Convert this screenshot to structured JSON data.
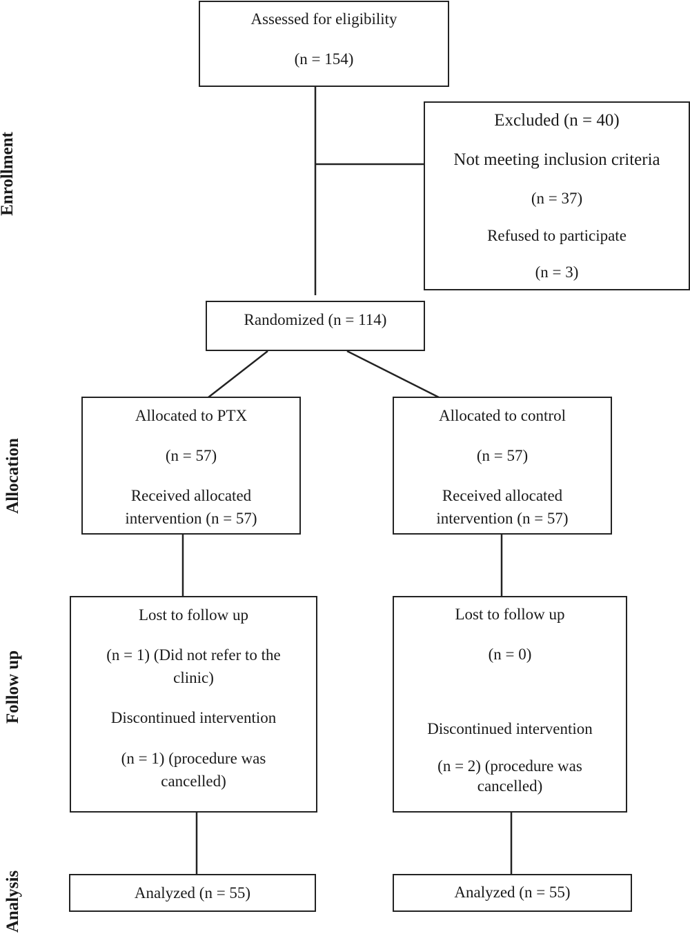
{
  "stages": {
    "enrollment": "Enrollment",
    "allocation": "Allocation",
    "follow_up": "Follow up",
    "analysis": "Analysis"
  },
  "assessed": {
    "line1": "Assessed for eligibility",
    "line2": "(n = 154)"
  },
  "excluded": {
    "line1": "Excluded (n = 40)",
    "line2": "Not meeting inclusion criteria",
    "line3": "(n = 37)",
    "line4": "Refused to participate",
    "line5": "(n = 3)"
  },
  "randomized": {
    "label": "Randomized (n = 114)"
  },
  "alloc_ptx": {
    "line1": "Allocated to PTX",
    "line2": "(n = 57)",
    "line3": "Received allocated",
    "line4": "intervention (n = 57)"
  },
  "alloc_control": {
    "line1": "Allocated to control",
    "line2": "(n = 57)",
    "line3": "Received allocated",
    "line4": "intervention (n = 57)"
  },
  "follow_ptx": {
    "line1": "Lost to follow up",
    "line2": "(n = 1) (Did not refer to the",
    "line3": "clinic)",
    "line4": "Discontinued intervention",
    "line5": "(n = 1) (procedure was",
    "line6": "cancelled)"
  },
  "follow_control": {
    "line1": "Lost to follow up",
    "line2": "(n = 0)",
    "line3": "Discontinued intervention",
    "line4": "(n = 2) (procedure was",
    "line5": "cancelled)"
  },
  "analysis_ptx": {
    "label": "Analyzed (n = 55)"
  },
  "analysis_control": {
    "label": "Analyzed (n = 55)"
  }
}
